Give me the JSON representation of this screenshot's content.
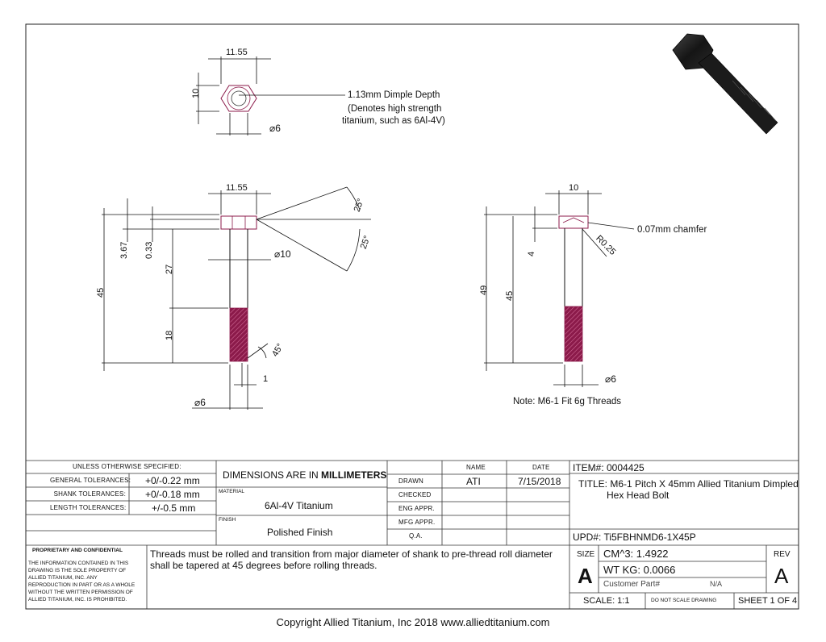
{
  "views": {
    "top": {
      "dim_width": "11.55",
      "dim_height": "10",
      "dim_dia": "⌀6",
      "note_lines": [
        "1.13mm Dimple Depth",
        "(Denotes high strength",
        "titanium, such as 6Al-4V)"
      ]
    },
    "front": {
      "dim_head_width": "11.55",
      "dim_angle_upper": "25°",
      "dim_angle_lower": "25°",
      "dim_overall_length": "45",
      "dim_head_height": "3.67",
      "dim_dimple": "0.33",
      "dim_shank_len": "27",
      "dim_thread_len": "18",
      "dim_shank_dia": "⌀10",
      "dim_thread_angle": "45°",
      "dim_thread_offset": "1",
      "dim_thread_dia": "⌀6"
    },
    "side": {
      "dim_head_width": "10",
      "chamfer_note": "0.07mm chamfer",
      "dim_radius": "R0.25",
      "dim_head_height": "4",
      "dim_total": "49",
      "dim_length": "45",
      "dim_dia": "⌀6",
      "thread_note": "Note: M6-1 Fit 6g Threads"
    }
  },
  "title_block": {
    "unless": "UNLESS OTHERWISE SPECIFIED:",
    "tolerances": [
      {
        "label": "GENERAL TOLERANCES:",
        "value": "+0/-0.22 mm"
      },
      {
        "label": "SHANK TOLERANCES:",
        "value": "+0/-0.18 mm"
      },
      {
        "label": "LENGTH TOLERANCES:",
        "value": "+/-0.5 mm"
      }
    ],
    "dimensions_prefix": "DIMENSIONS ARE IN ",
    "dimensions_unit": "MILLIMETERS",
    "material_label": "MATERIAL",
    "material_value": "6Al-4V Titanium",
    "finish_label": "FINISH",
    "finish_value": "Polished Finish",
    "name_header": "NAME",
    "date_header": "DATE",
    "rows": [
      {
        "label": "DRAWN",
        "name": "ATI",
        "date": "7/15/2018"
      },
      {
        "label": "CHECKED",
        "name": "",
        "date": ""
      },
      {
        "label": "ENG APPR.",
        "name": "",
        "date": ""
      },
      {
        "label": "MFG APPR.",
        "name": "",
        "date": ""
      },
      {
        "label": "Q.A.",
        "name": "",
        "date": ""
      }
    ],
    "item": "ITEM#: 0004425",
    "title_line1": "TITLE: M6-1 Pitch X 45mm Allied Titanium Dimpled",
    "title_line2": "Hex Head Bolt",
    "upd": "UPD#: Ti5FBHNMD6-1X45P",
    "prop_title": "PROPRIETARY AND CONFIDENTIAL",
    "prop_text": "THE INFORMATION CONTAINED IN THIS DRAWING IS THE SOLE PROPERTY OF ALLIED TITANIUM, INC. ANY REPRODUCTION IN PART OR AS A WHOLE WITHOUT THE WRITTEN PERMISSION OF ALLIED TITANIUM, INC. IS PROHIBITED.",
    "notes": "Threads must be rolled and transition from major diameter of shank to pre-thread roll diameter shall be tapered at 45 degrees before rolling threads.",
    "size_label": "SIZE",
    "size_value": "A",
    "cm3": "CM^3: 1.4922",
    "wt": "WT KG: 0.0066",
    "customer_label": "Customer Part#",
    "customer_value": "N/A",
    "rev_label": "REV",
    "rev_value": "A",
    "scale": "SCALE: 1:1",
    "no_scale": "DO NOT SCALE DRAWING",
    "sheet": "SHEET 1 OF 4"
  },
  "footer": "Copyright Allied Titanium, Inc 2018 www.alliedtitanium.com",
  "colors": {
    "line": "#111111",
    "thread": "#8b1a4a",
    "thread_hatch": "#c0527e",
    "bolt_render": "#1c1c1c"
  }
}
